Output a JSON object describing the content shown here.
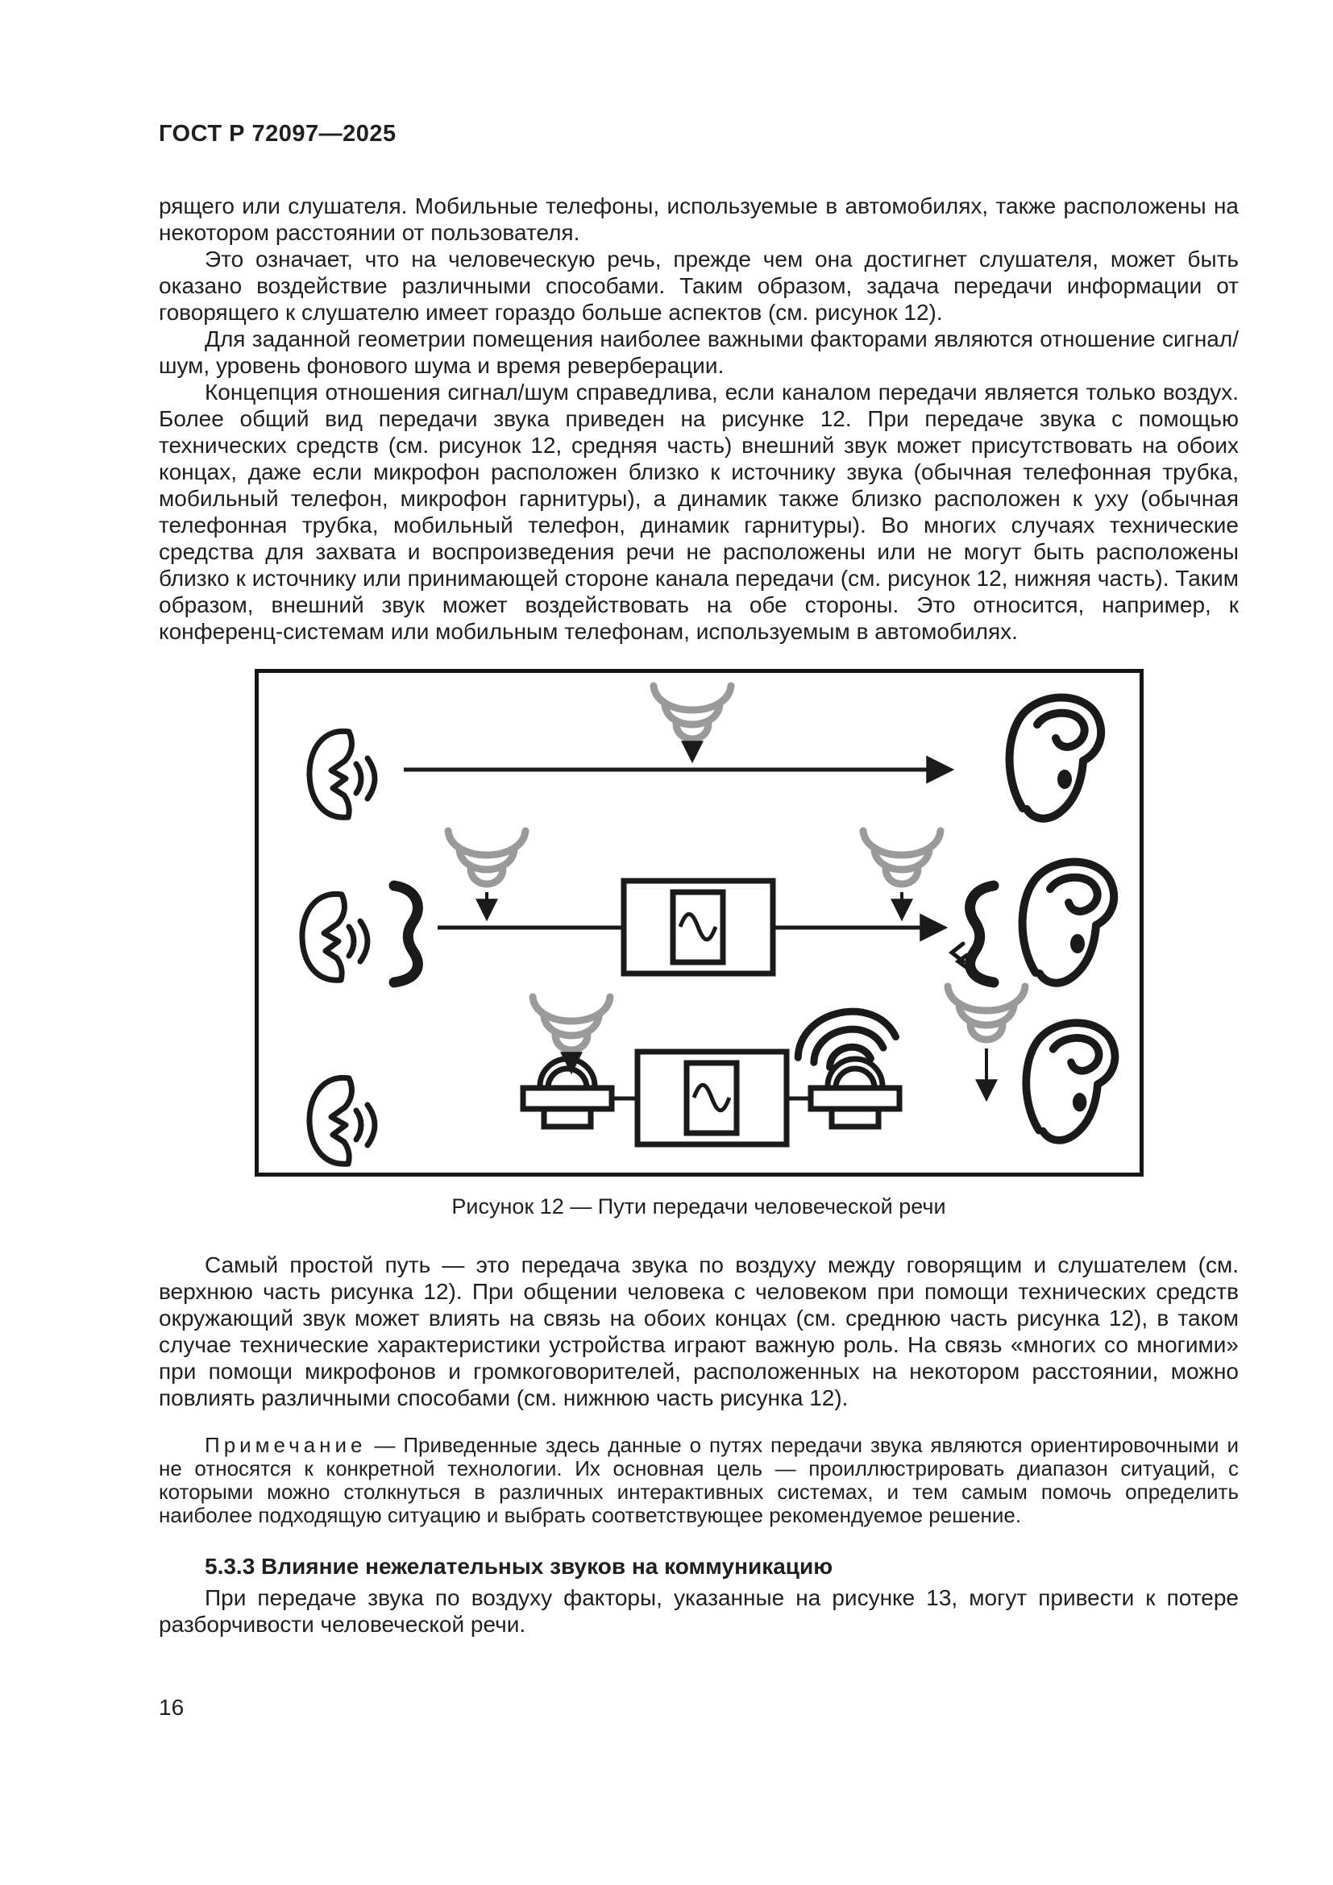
{
  "header": {
    "doc_code": "ГОСТ Р 72097—2025"
  },
  "content": {
    "p1": "рящего или слушателя. Мобильные телефоны, используемые в автомобилях, также расположены на некотором расстоянии от пользователя.",
    "p2": "Это означает, что на человеческую речь, прежде чем она достигнет слушателя, может быть оказано воздействие различными способами. Таким образом, задача передачи информации от говорящего к слушателю имеет гораздо больше аспектов (см. рисунок 12).",
    "p3": "Для заданной геометрии помещения наиболее важными факторами являются отношение сигнал/шум, уровень фонового шума и время реверберации.",
    "p4": "Концепция отношения сигнал/шум справедлива, если каналом передачи является только воздух. Более общий вид передачи звука приведен на рисунке 12. При передаче звука с помощью технических средств (см. рисунок 12, средняя часть) внешний звук может присутствовать на обоих концах, даже если микрофон расположен близко к источнику звука (обычная телефонная трубка, мобильный телефон, микрофон гарнитуры), а динамик также близко расположен к уху (обычная телефонная трубка, мобильный телефон, динамик гарнитуры). Во многих случаях технические средства для захвата и воспроизведения речи не расположены или не могут быть расположены близко к источнику или принимающей стороне канала передачи (см. рисунок 12, нижняя часть). Таким образом, внешний звук может воздействовать на обе стороны. Это относится, например, к конференц-системам или мобильным телефонам, используемым в автомобилях.",
    "figure_caption": "Рисунок 12 — Пути передачи человеческой речи",
    "p5": "Самый простой путь — это передача звука по воздуху между говорящим и слушателем (см. верхнюю часть рисунка 12). При общении человека с человеком при помощи технических средств окружающий звук может влиять на связь на обоих концах (см. среднюю часть рисунка 12), в таком случае технические характеристики устройства играют важную роль. На связь «многих со многими» при помощи микрофонов и громкоговорителей, расположенных на некотором расстоянии, можно повлиять различными способами (см. нижнюю часть рисунка 12).",
    "note_label": "Примечание",
    "note_text": "— Приведенные здесь данные о путях передачи звука являются ориентировочными и не относятся к конкретной технологии. Их основная цель — проиллюстрировать диапазон ситуаций, с которыми можно столкнуться в различных интерактивных системах, и тем самым помочь определить наиболее подходящую ситуацию и выбрать соответствующее рекомендуемое решение.",
    "heading_5_3_3": "5.3.3 Влияние нежелательных звуков на коммуникацию",
    "p6": "При передаче звука по воздуху факторы, указанные на рисунке 13, могут привести к потере разборчивости человеческой речи."
  },
  "figure": {
    "icons": [
      "speaking-mouth-icon",
      "ear-icon",
      "telephone-handset-icon",
      "ambient-noise-arcs-icon",
      "transmission-channel-icon",
      "desk-microphone-icon",
      "loudspeaker-icon",
      "sound-emission-arcs-icon",
      "signal-arrow"
    ],
    "colors": {
      "line": "#1a1a1a",
      "noise": "#9a9a9a",
      "background": "#ffffff"
    }
  },
  "footer": {
    "page_number": "16"
  }
}
